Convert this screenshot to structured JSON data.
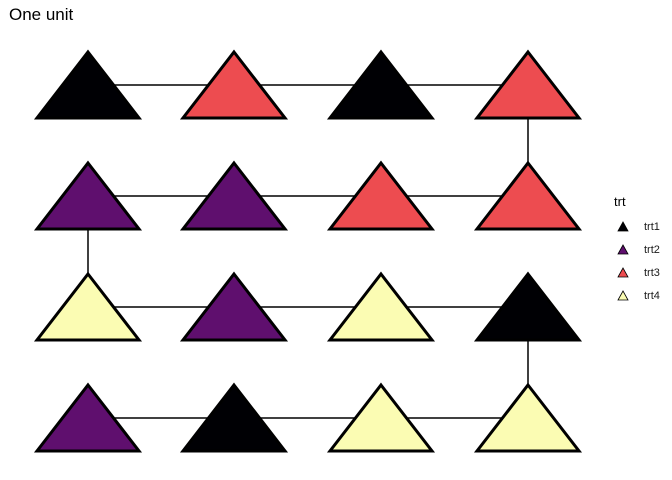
{
  "title": "One unit",
  "legend": {
    "title": "trt",
    "placement": "right",
    "items": [
      {
        "label": "trt1",
        "color": "#000004"
      },
      {
        "label": "trt2",
        "color": "#5F0F6E"
      },
      {
        "label": "trt3",
        "color": "#ED4C50"
      },
      {
        "label": "trt4",
        "color": "#FBFCB3"
      }
    ]
  },
  "shape": "triangle",
  "grid": {
    "rows": [
      [
        "trt1",
        "trt3",
        "trt1",
        "trt3"
      ],
      [
        "trt2",
        "trt2",
        "trt3",
        "trt3"
      ],
      [
        "trt4",
        "trt2",
        "trt4",
        "trt1"
      ],
      [
        "trt2",
        "trt1",
        "trt4",
        "trt4"
      ]
    ]
  },
  "path": [
    [
      0,
      0
    ],
    [
      0,
      1
    ],
    [
      0,
      2
    ],
    [
      0,
      3
    ],
    [
      1,
      3
    ],
    [
      1,
      2
    ],
    [
      1,
      1
    ],
    [
      1,
      0
    ],
    [
      2,
      0
    ],
    [
      2,
      1
    ],
    [
      2,
      2
    ],
    [
      2,
      3
    ],
    [
      3,
      3
    ],
    [
      3,
      2
    ],
    [
      3,
      1
    ],
    [
      3,
      0
    ]
  ]
}
